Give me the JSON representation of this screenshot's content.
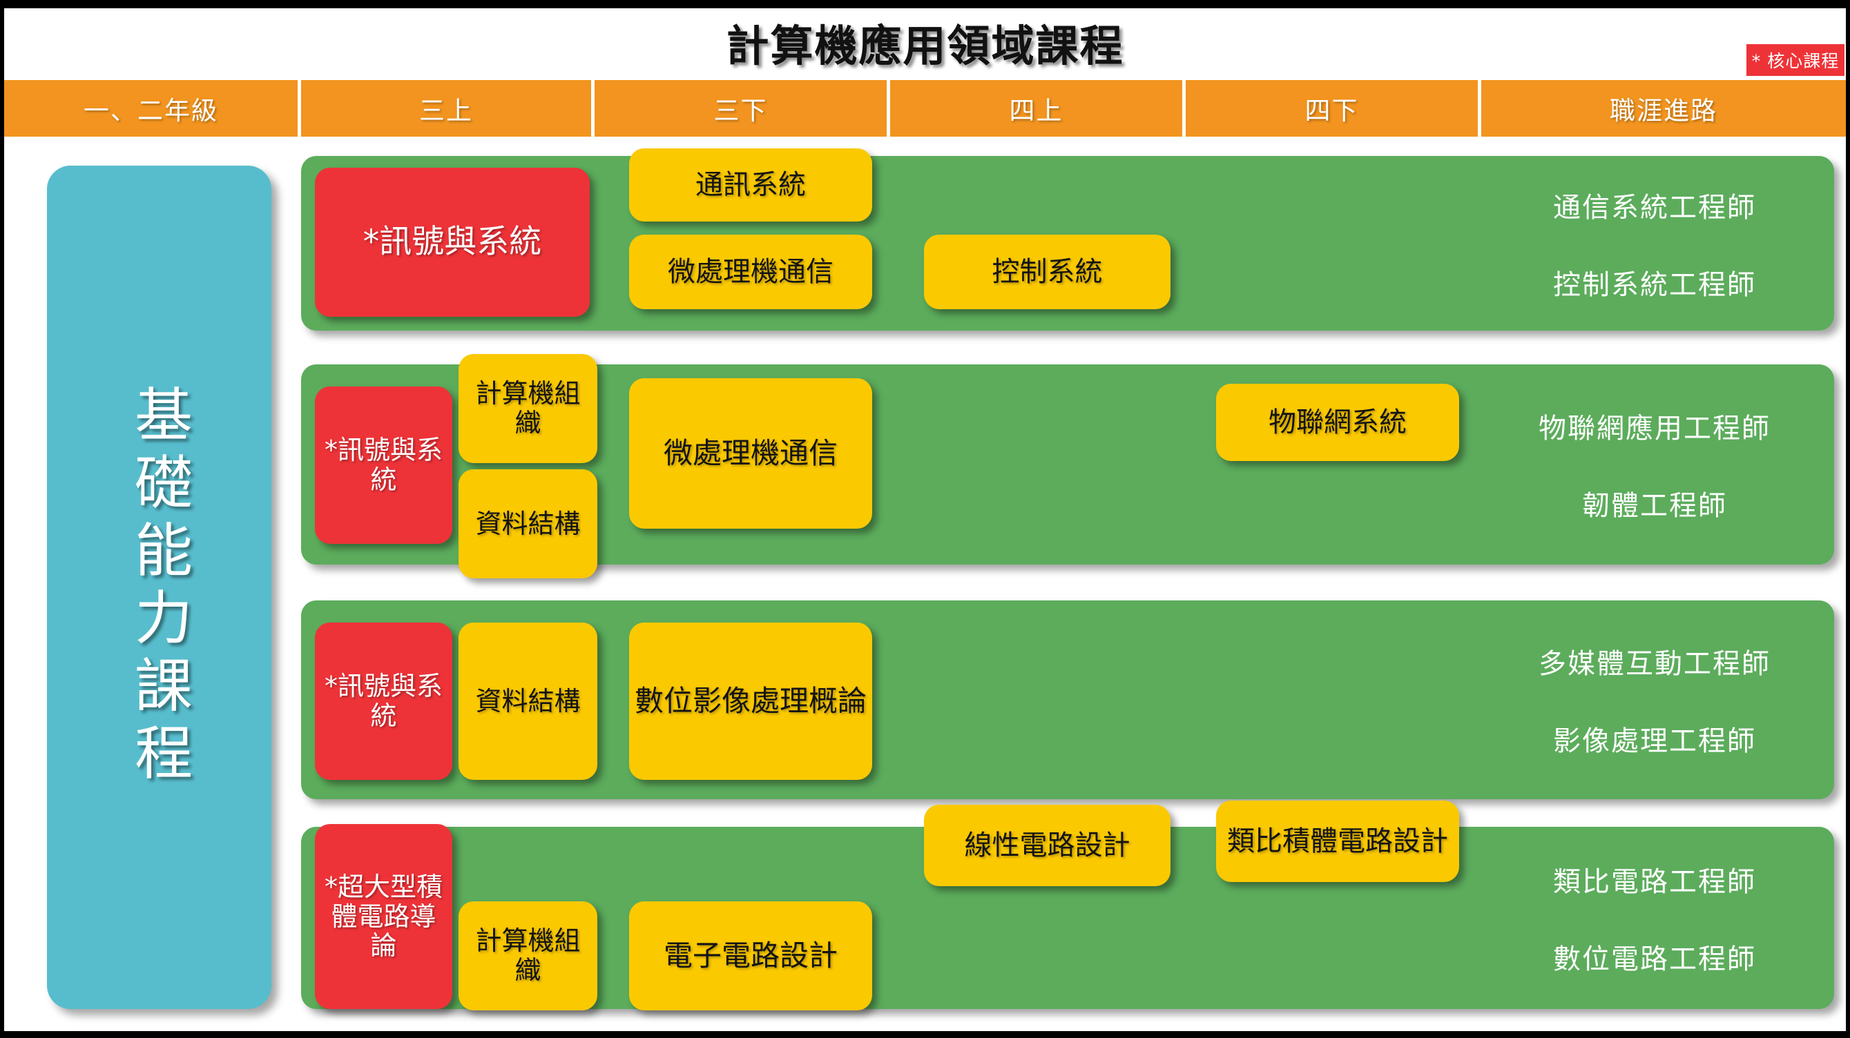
{
  "page_title": "計算機應用領域課程",
  "core_badge": "* 核心課程",
  "colors": {
    "header_orange": "#f2941f",
    "core_red": "#ee3338",
    "elective_yellow": "#fbc900",
    "track_green": "#5cac5c",
    "basic_teal": "#57bdcd",
    "background": "#ffffff"
  },
  "columns": [
    {
      "label": "一、二年級"
    },
    {
      "label": "三上"
    },
    {
      "label": "三下"
    },
    {
      "label": "四上"
    },
    {
      "label": "四下"
    },
    {
      "label": "職涯進路"
    }
  ],
  "basic_course": {
    "label": "基礎能力課程"
  },
  "tracks": [
    {
      "id": "communication-control",
      "courses": [
        {
          "name": "*訊號與系統",
          "type": "core",
          "column": "三上"
        },
        {
          "name": "通訊系統",
          "type": "elective",
          "column": "三下"
        },
        {
          "name": "微處理機通信",
          "type": "elective",
          "column": "三下"
        },
        {
          "name": "控制系統",
          "type": "elective",
          "column": "四上"
        }
      ],
      "careers": [
        "通信系統工程師",
        "控制系統工程師"
      ]
    },
    {
      "id": "iot-firmware",
      "courses": [
        {
          "name": "*訊號與系統",
          "type": "core",
          "column": "三上"
        },
        {
          "name": "計算機組織",
          "type": "elective",
          "column": "三上"
        },
        {
          "name": "資料結構",
          "type": "elective",
          "column": "三上"
        },
        {
          "name": "微處理機通信",
          "type": "elective",
          "column": "三下"
        },
        {
          "name": "物聯網系統",
          "type": "elective",
          "column": "四下"
        }
      ],
      "careers": [
        "物聯網應用工程師",
        "韌體工程師"
      ]
    },
    {
      "id": "multimedia-image",
      "courses": [
        {
          "name": "*訊號與系統",
          "type": "core",
          "column": "三上"
        },
        {
          "name": "資料結構",
          "type": "elective",
          "column": "三上"
        },
        {
          "name": "數位影像處理概論",
          "type": "elective",
          "column": "三下"
        }
      ],
      "careers": [
        "多媒體互動工程師",
        "影像處理工程師"
      ]
    },
    {
      "id": "analog-digital-circuit",
      "courses": [
        {
          "name": "*超大型積體電路導論",
          "type": "core",
          "column": "三上"
        },
        {
          "name": "計算機組織",
          "type": "elective",
          "column": "三上"
        },
        {
          "name": "電子電路設計",
          "type": "elective",
          "column": "三下"
        },
        {
          "name": "線性電路設計",
          "type": "elective",
          "column": "四上"
        },
        {
          "name": "類比積體電路設計",
          "type": "elective",
          "column": "四下"
        }
      ],
      "careers": [
        "類比電路工程師",
        "數位電路工程師"
      ]
    }
  ]
}
